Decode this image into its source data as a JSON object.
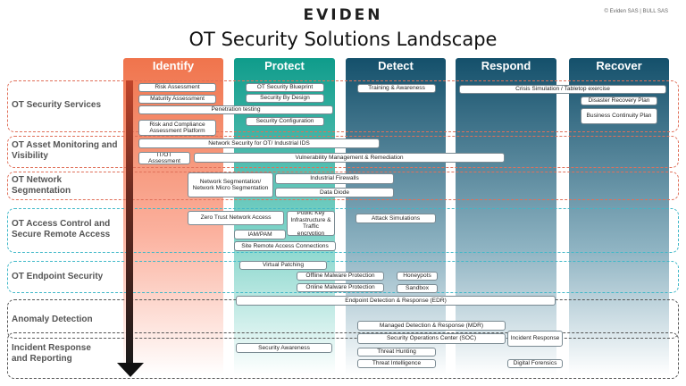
{
  "header": {
    "logo": "EVIDEN",
    "copyright": "© Eviden SAS | BULL SAS",
    "title": "OT Security Solutions Landscape"
  },
  "columns": [
    "Identify",
    "Protect",
    "Detect",
    "Respond",
    "Recover"
  ],
  "rows": [
    "OT Security Services",
    "OT Asset Monitoring and Visibility",
    "OT Network Segmentation",
    "OT Access Control and Secure Remote Access",
    "OT Endpoint Security",
    "Anomaly Detection",
    "Incident Response and Reporting"
  ],
  "boxes": {
    "risk_assessment": "Risk Assessment",
    "maturity_assessment": "Maturity Assessment",
    "penetration_testing": "Penetration testing",
    "risk_compliance": "Risk and Compliance Assessment Platform",
    "security_blueprint": "OT Security Blueprint",
    "security_by_design": "Security By Design",
    "security_configuration": "Security Configuration",
    "training_awareness": "Training & Awareness",
    "crisis_simulation": "Crisis Simulation / Tabletop exercise",
    "disaster_recovery": "Disaster Recovery Plan",
    "business_continuity": "Business Continuity Plan",
    "network_security_ids": "Network Security for OT/ Industrial IDS",
    "it_ot_assessment": "IT/OT Assessment",
    "vuln_management": "Vulnerability Management & Remediation",
    "network_segmentation": "Network Segmentation/ Network Micro Segmentation",
    "industrial_firewalls": "Industrial Firewalls",
    "data_diode": "Data Diode",
    "zero_trust": "Zero Trust Network Access",
    "pki": "Public Key Infrastructure & Traffic encryption",
    "attack_simulations": "Attack Simulations",
    "iam_pam": "IAM/PAM",
    "site_remote_access": "Site Remote Access Connections",
    "virtual_patching": "Virtual Patching",
    "offline_malware": "Offline Malware Protection",
    "honeypots": "Honeypots",
    "online_malware": "Online Malware Protection",
    "sandbox": "Sandbox",
    "edr": "Endpoint Detection & Response (EDR)",
    "mdr": "Managed Detection & Response (MDR)",
    "security_awareness": "Security Awareness",
    "soc": "Security Operations Center (SOC)",
    "incident_response": "Incident Response",
    "threat_hunting": "Threat Hunting",
    "threat_intelligence": "Threat Intelligence",
    "digital_forensics": "Digital Forensics"
  },
  "colors": {
    "identify": "#f0744c",
    "protect": "#0f9c8b",
    "detect": "#14506b",
    "row_border_red": "#e0705a",
    "row_border_teal": "#3fb8c8",
    "row_border_gray": "#555555"
  }
}
